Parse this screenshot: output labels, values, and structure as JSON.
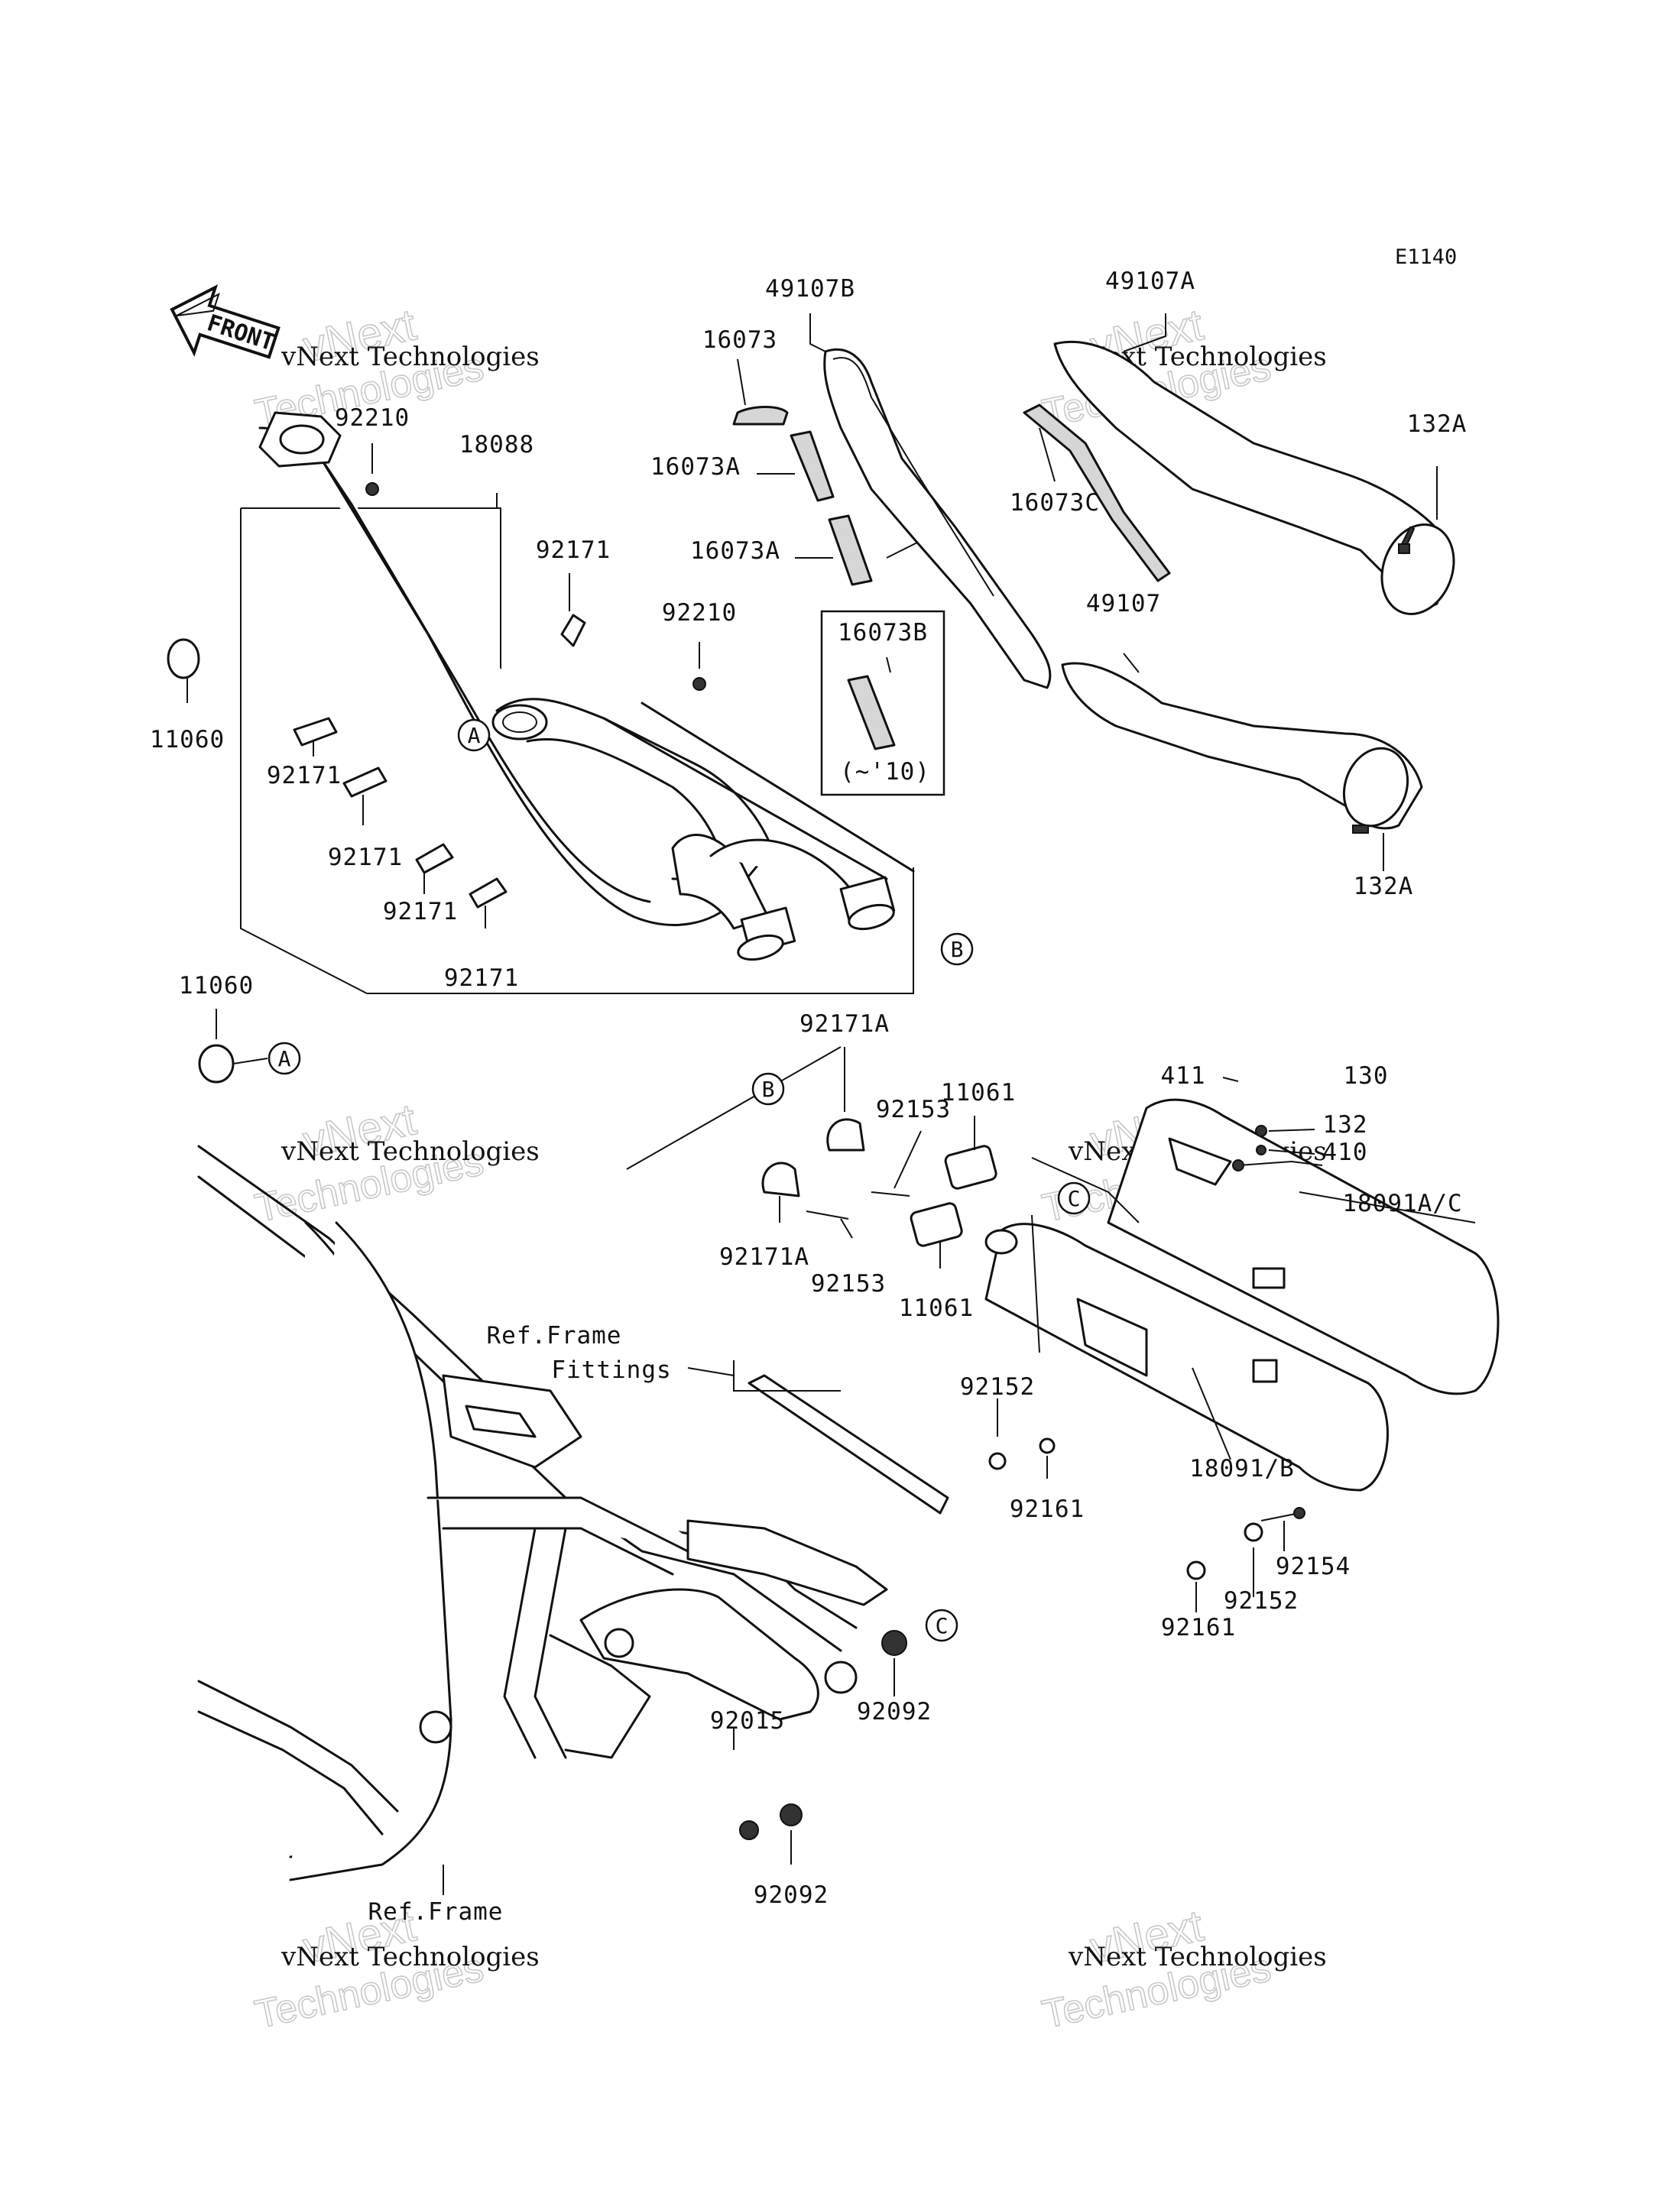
{
  "diagram_code": "E1140",
  "front_arrow": {
    "label": "FRONT",
    "icon": "front-direction-arrow-icon"
  },
  "part_labels": {
    "p49107B": "49107B",
    "p49107A": "49107A",
    "p16073": "16073",
    "p16073A_1": "16073A",
    "p16073A_2": "16073A",
    "p16073B": "16073B",
    "p16073B_note": "(~'10)",
    "p16073C": "16073C",
    "p132A_1": "132A",
    "p132A_2": "132A",
    "p49107": "49107",
    "p92210_1": "92210",
    "p92210_2": "92210",
    "p18088": "18088",
    "p92171_1": "92171",
    "p92171_2": "92171",
    "p92171_3": "92171",
    "p92171_4": "92171",
    "p92171_5": "92171",
    "p11060_1": "11060",
    "p11060_2": "11060",
    "p92171A_1": "92171A",
    "p92171A_2": "92171A",
    "p92153_1": "92153",
    "p92153_2": "92153",
    "p11061_1": "11061",
    "p11061_2": "11061",
    "p411": "411",
    "p130": "130",
    "p132": "132",
    "p410": "410",
    "p18091AC": "18091A/C",
    "p92152_1": "92152",
    "p92152_2": "92152",
    "p92161_1": "92161",
    "p92161_2": "92161",
    "p18091B": "18091/B",
    "p92154": "92154",
    "p92092_1": "92092",
    "p92092_2": "92092",
    "p92015": "92015"
  },
  "callouts": {
    "A": "A",
    "B": "B",
    "C": "C"
  },
  "references": {
    "frame_fittings_line1": "Ref.Frame",
    "frame_fittings_line2": "Fittings",
    "frame": "Ref.Frame"
  },
  "watermark": {
    "company": "vNext Technologies",
    "brand": "vNext",
    "word": "Technologies"
  }
}
